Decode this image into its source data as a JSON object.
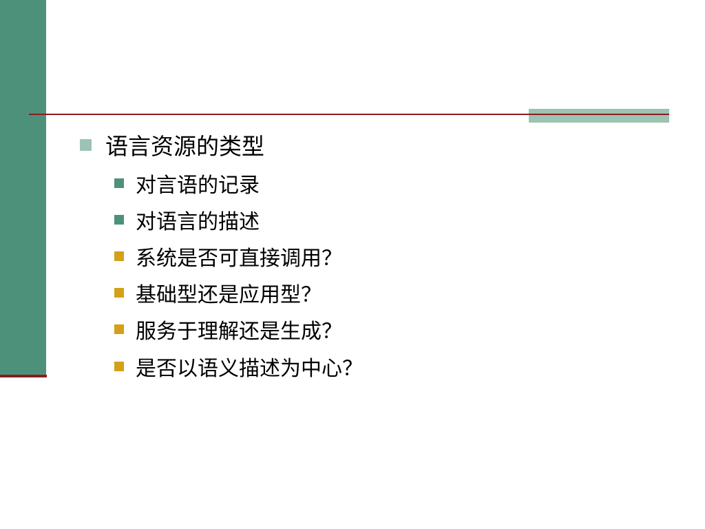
{
  "colors": {
    "sidebar": "#4e917b",
    "rule": "#8b1c1c",
    "accent_bar": "#9cc3b3",
    "bullet_level1": "#9cc3b3",
    "bullet_teal": "#4e917b",
    "bullet_gold": "#d4a017"
  },
  "main_bullet": {
    "text": "语言资源的类型",
    "marker_color": "#9cc3b3"
  },
  "sub_bullets": [
    {
      "text": "对言语的记录",
      "marker_color": "#4e917b"
    },
    {
      "text": "对语言的描述",
      "marker_color": "#4e917b"
    },
    {
      "text": "系统是否可直接调用？",
      "marker_color": "#d4a017"
    },
    {
      "text": "基础型还是应用型？",
      "marker_color": "#d4a017"
    },
    {
      "text": "服务于理解还是生成？",
      "marker_color": "#d4a017"
    },
    {
      "text": "是否以语义描述为中心？",
      "marker_color": "#d4a017"
    }
  ]
}
